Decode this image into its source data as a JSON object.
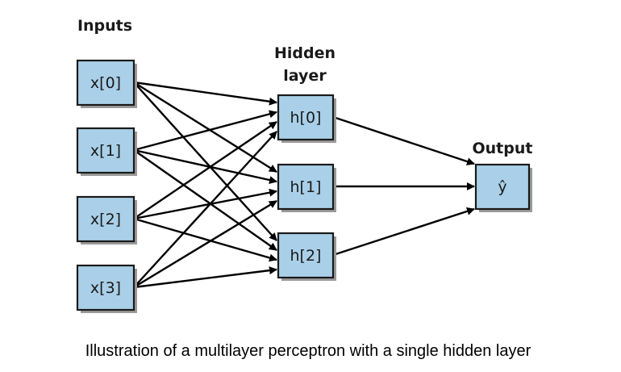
{
  "labels": {
    "inputs": "Inputs",
    "hidden_line1": "Hidden",
    "hidden_line2": "layer",
    "output": "Output"
  },
  "inputs": [
    "x[0]",
    "x[1]",
    "x[2]",
    "x[3]"
  ],
  "hidden": [
    "h[0]",
    "h[1]",
    "h[2]"
  ],
  "output": [
    "ŷ"
  ],
  "caption": "Illustration of a multilayer perceptron with a single hidden layer",
  "colors": {
    "node_fill": "#a9d0e8",
    "stroke": "#1a1a1a",
    "edge": "#000000"
  }
}
